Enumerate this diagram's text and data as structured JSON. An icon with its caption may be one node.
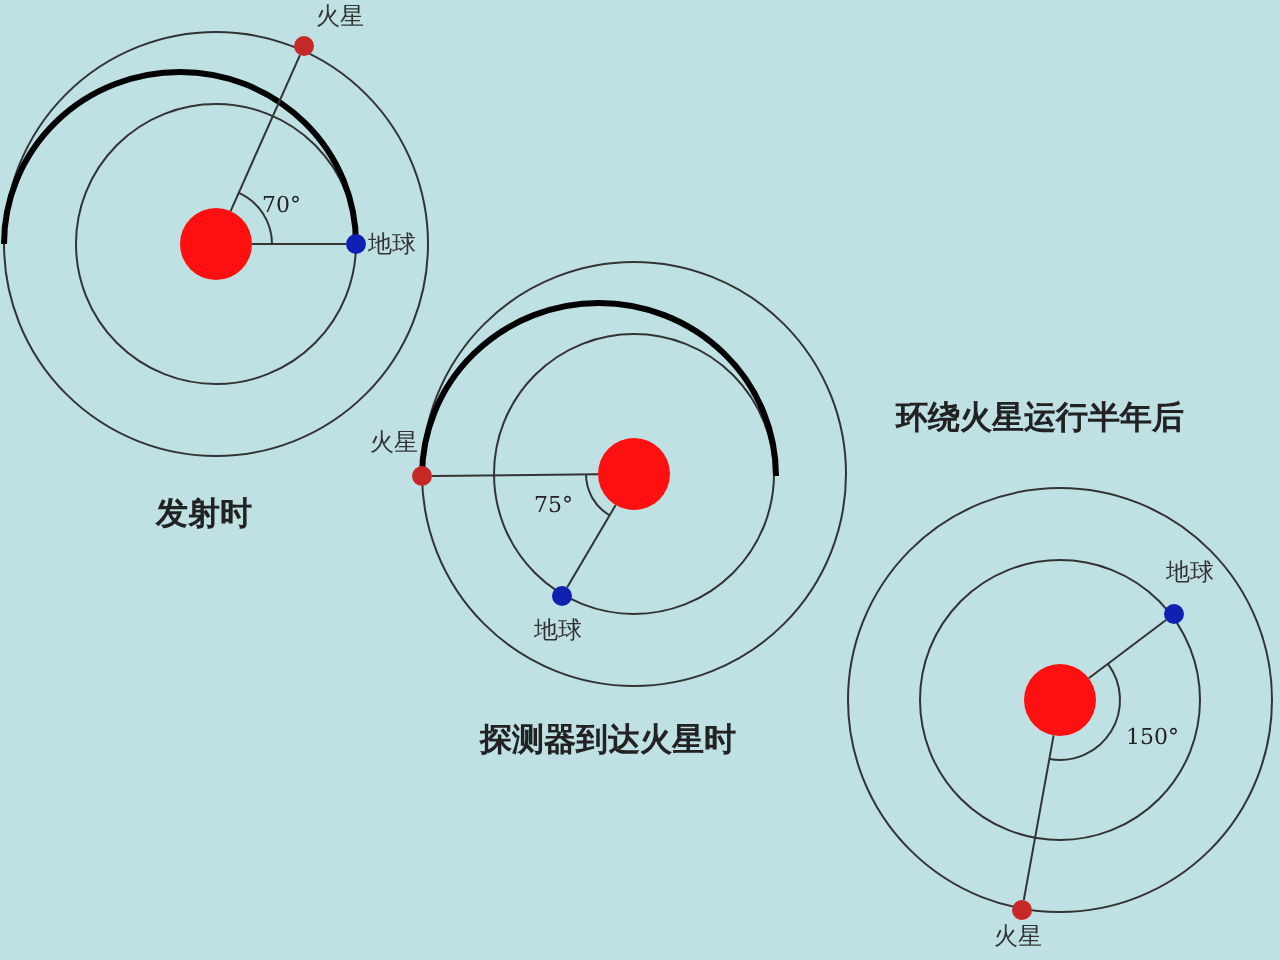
{
  "diagram": {
    "nodes": [
      {
        "text": [],
        "shape": "circle"
      },
      {
        "text": [],
        "shape": "circle",
        "beside": [
          "火星"
        ]
      },
      {
        "text": [],
        "shape": "circle",
        "beside": [
          "地球"
        ]
      },
      {
        "text": [],
        "shape": "circle"
      },
      {
        "text": [],
        "shape": "circle",
        "beside": [
          "火星"
        ]
      },
      {
        "text": [],
        "shape": "circle",
        "beside": [
          "地球"
        ]
      },
      {
        "text": [],
        "shape": "circle"
      },
      {
        "text": [],
        "shape": "circle",
        "beside": [
          "地球"
        ]
      },
      {
        "text": [],
        "shape": "circle",
        "beside": [
          "火星"
        ]
      }
    ],
    "edges": [
      {
        "from": 0,
        "to": 1,
        "arrow": "none"
      },
      {
        "from": 0,
        "to": 2,
        "arrow": "none"
      },
      {
        "from": 3,
        "to": 4,
        "arrow": "none"
      },
      {
        "from": 3,
        "to": 5,
        "arrow": "none"
      },
      {
        "from": 6,
        "to": 7,
        "arrow": "none"
      },
      {
        "from": 6,
        "to": 8,
        "arrow": "none"
      }
    ],
    "labels": [
      "70°",
      "发射时",
      "75°",
      "探测器到达火星时",
      "环绕火星运行半年后",
      "150°"
    ]
  }
}
